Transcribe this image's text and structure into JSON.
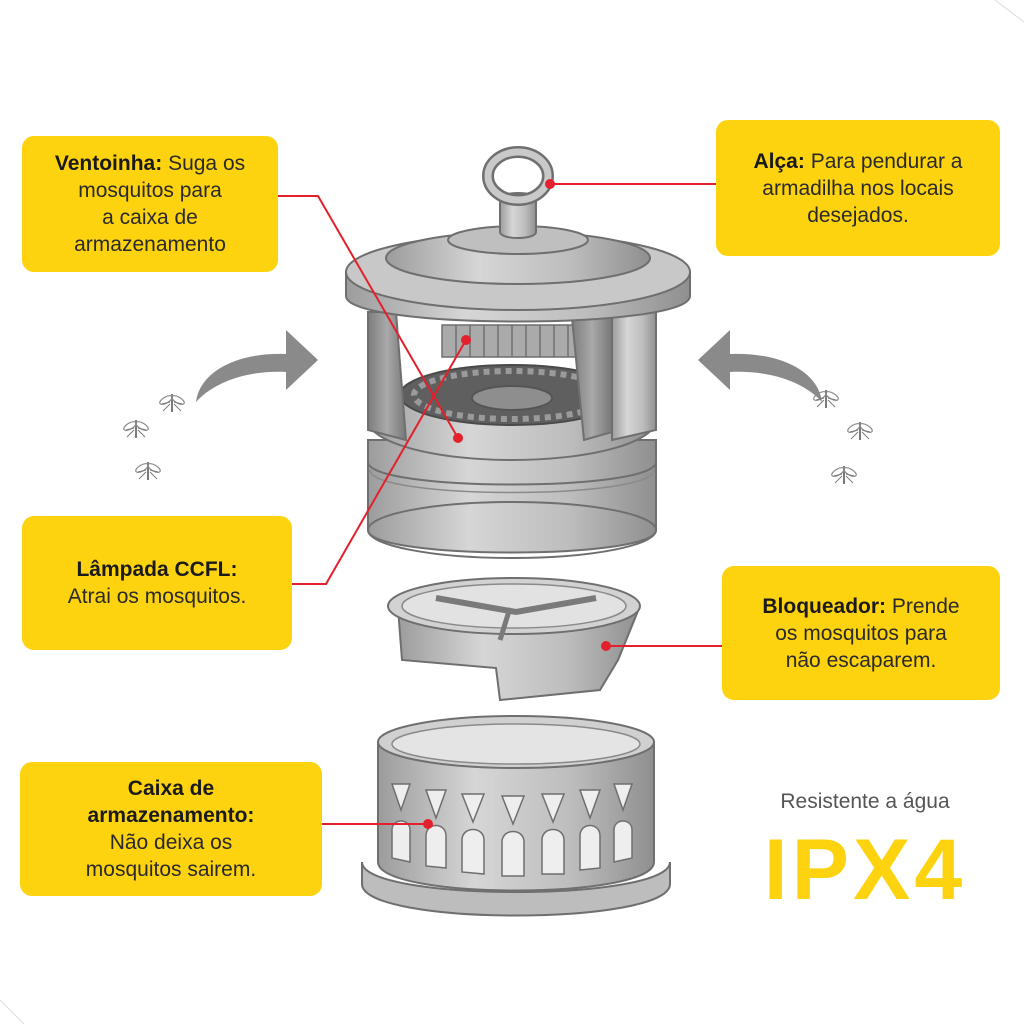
{
  "colors": {
    "callout_bg": "#fdd20e",
    "leader_line": "#e3202b",
    "metal": "#b9b9b9",
    "outline": "#6f6f6f",
    "arrow": "#8a8a8a",
    "ipx_text": "#fdd20e"
  },
  "callouts": {
    "fan": {
      "title": "Ventoinha:",
      "text_1": "Suga os",
      "text_2": "mosquitos para",
      "text_3": "a caixa de",
      "text_4": "armazenamento"
    },
    "handle": {
      "title": "Alça:",
      "text_1": "Para pendurar a",
      "text_2": "armadilha nos locais",
      "text_3": "desejados."
    },
    "lamp": {
      "title": "Lâmpada CCFL:",
      "text_1": "Atrai os mosquitos."
    },
    "blocker": {
      "title": "Bloqueador:",
      "text_1": "Prende",
      "text_2": "os mosquitos para",
      "text_3": "não escaparem."
    },
    "storage": {
      "title_1": "Caixa de",
      "title_2": "armazenamento:",
      "text_1": "Não deixa os",
      "text_2": "mosquitos sairem."
    }
  },
  "badge": {
    "resistance_text": "Resistente a água",
    "rating": "IPX4"
  },
  "icons": [
    "airflow-arrow-left-icon",
    "airflow-arrow-right-icon",
    "mosquito-icon"
  ]
}
